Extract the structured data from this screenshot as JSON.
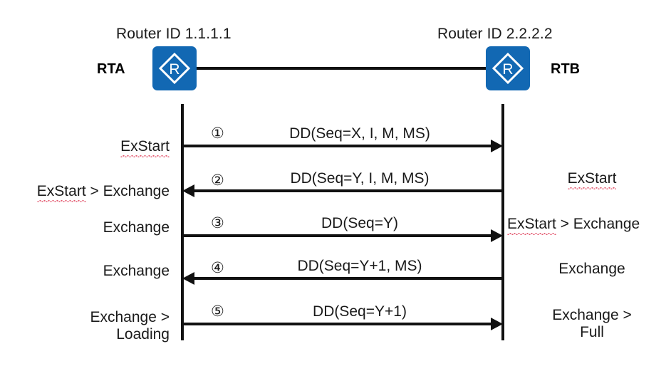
{
  "diagram": {
    "title": "OSPF DD packet exchange between RTA and RTB",
    "type": "sequence-diagram",
    "colors": {
      "router_blue": "#1268b3",
      "line_black": "#111111",
      "text": "#1a1a1a",
      "spellcheck_underline": "#e2536a"
    }
  },
  "nodes": {
    "left": {
      "name": "RTA",
      "router_id_label": "Router ID 1.1.1.1",
      "icon": "router-icon"
    },
    "right": {
      "name": "RTB",
      "router_id_label": "Router ID 2.2.2.2",
      "icon": "router-icon"
    }
  },
  "messages": [
    {
      "seq": "①",
      "label": "DD(Seq=X, I, M, MS)",
      "direction": "right"
    },
    {
      "seq": "②",
      "label": "DD(Seq=Y, I, M, MS)",
      "direction": "left"
    },
    {
      "seq": "③",
      "label": "DD(Seq=Y)",
      "direction": "right"
    },
    {
      "seq": "④",
      "label": "DD(Seq=Y+1, MS)",
      "direction": "left"
    },
    {
      "seq": "⑤",
      "label": "DD(Seq=Y+1)",
      "direction": "right"
    }
  ],
  "states": {
    "left": [
      {
        "text": "ExStart",
        "misspelled": "ExStart"
      },
      {
        "text": "ExStart > Exchange",
        "misspelled": "ExStart"
      },
      {
        "text": "Exchange",
        "misspelled": ""
      },
      {
        "text": "Exchange",
        "misspelled": ""
      },
      {
        "text": "Exchange >\nLoading",
        "misspelled": ""
      }
    ],
    "right": [
      {
        "text": "",
        "misspelled": ""
      },
      {
        "text": "ExStart",
        "misspelled": "ExStart"
      },
      {
        "text": "ExStart > Exchange",
        "misspelled": "ExStart"
      },
      {
        "text": "Exchange",
        "misspelled": ""
      },
      {
        "text": "Exchange >\nFull",
        "misspelled": ""
      }
    ]
  }
}
